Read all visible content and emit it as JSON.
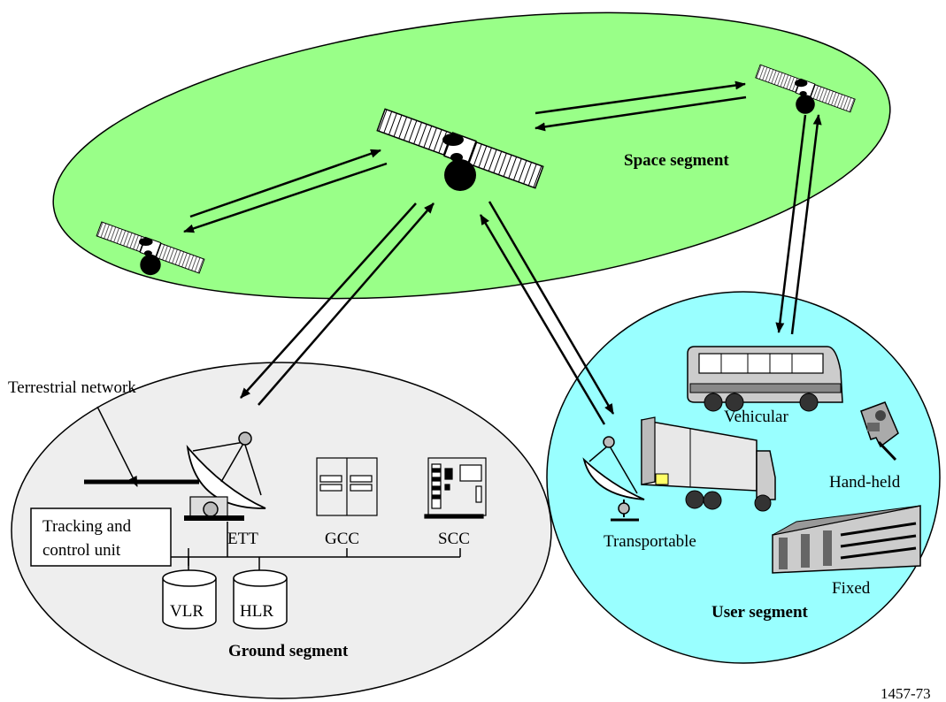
{
  "labels": {
    "space_segment": "Space segment",
    "ground_segment": "Ground segment",
    "user_segment": "User segment",
    "terrestrial_network": "Terrestrial network",
    "tracking_line1": "Tracking and",
    "tracking_line2": "control unit",
    "ett": "ETT",
    "gcc": "GCC",
    "scc": "SCC",
    "vlr": "VLR",
    "hlr": "HLR",
    "vehicular": "Vehicular",
    "hand_held": "Hand-held",
    "transportable": "Transportable",
    "fixed": "Fixed",
    "figure_id": "1457-73"
  },
  "colors": {
    "space_fill": "#99ff88",
    "user_fill": "#99ffff",
    "ground_fill": "#eeeeee",
    "line": "#000000"
  },
  "icons": {
    "satellite": "satellite-icon",
    "dish": "antenna-dish-icon",
    "bus": "bus-icon",
    "truck": "truck-icon",
    "phone": "mobile-phone-icon",
    "building": "building-icon",
    "cabinet": "equipment-cabinet-icon",
    "database": "database-cylinder-icon"
  }
}
